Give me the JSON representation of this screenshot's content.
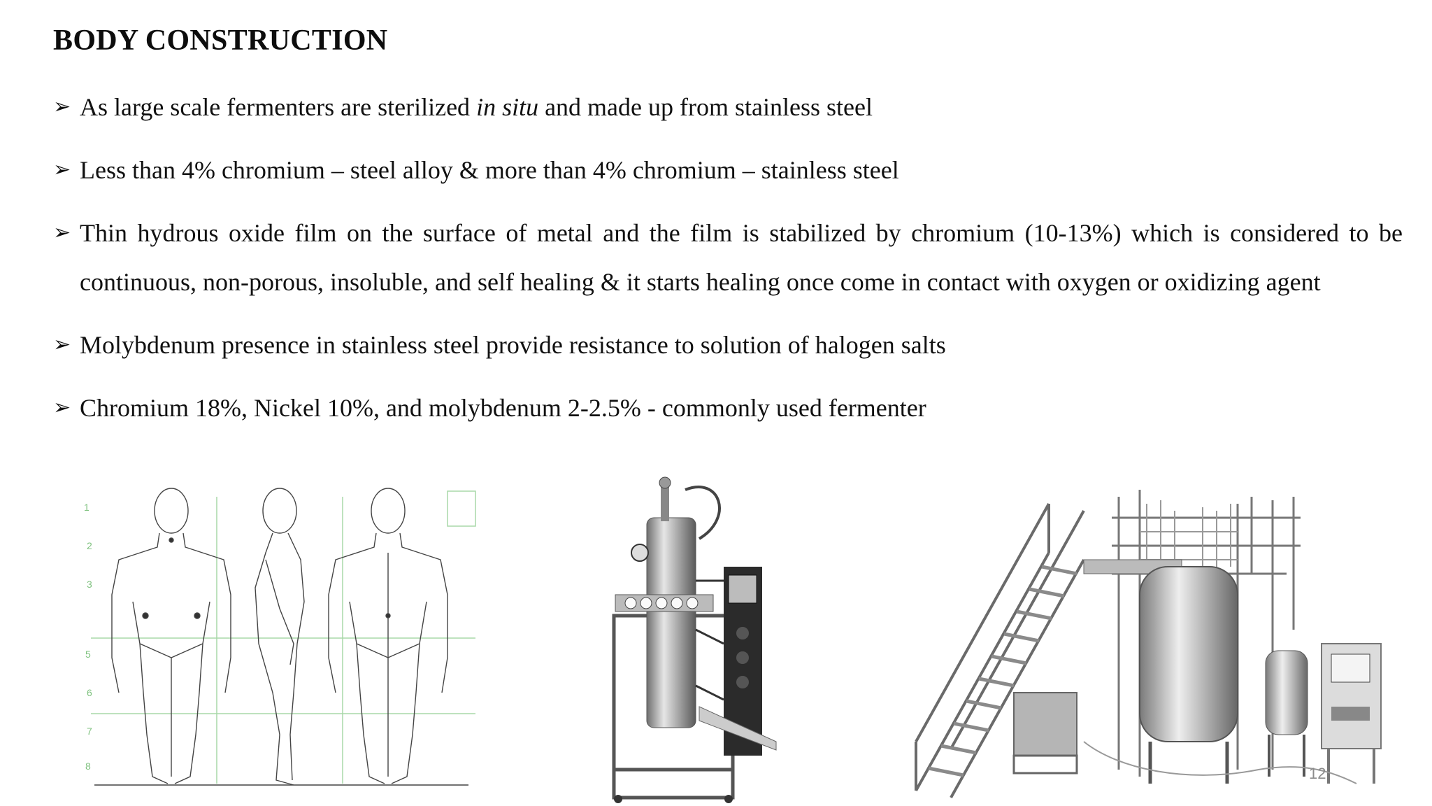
{
  "slide": {
    "title": "BODY CONSTRUCTION",
    "page_number": "12",
    "bullet_marker": "➢",
    "bullets": [
      {
        "before": "As large scale fermenters are sterilized ",
        "italic": "in situ",
        "after": " and made up from stainless steel"
      },
      {
        "text": "Less than 4% chromium – steel alloy & more than 4% chromium – stainless steel"
      },
      {
        "text": "Thin hydrous oxide film on the surface of metal and the film is stabilized by chromium (10-13%) which is considered to be continuous, non-porous, insoluble, and self healing & it starts healing once come in contact with oxygen or oxidizing agent"
      },
      {
        "text": "Molybdenum presence in stainless steel provide resistance to solution of halogen salts"
      },
      {
        "text": "Chromium 18%, Nickel 10%, and molybdenum 2-2.5% - commonly used fermenter"
      }
    ],
    "images": [
      "human-body-proportion-sketch",
      "lab-scale-fermenter-photo",
      "industrial-fermenter-plant-photo"
    ]
  }
}
